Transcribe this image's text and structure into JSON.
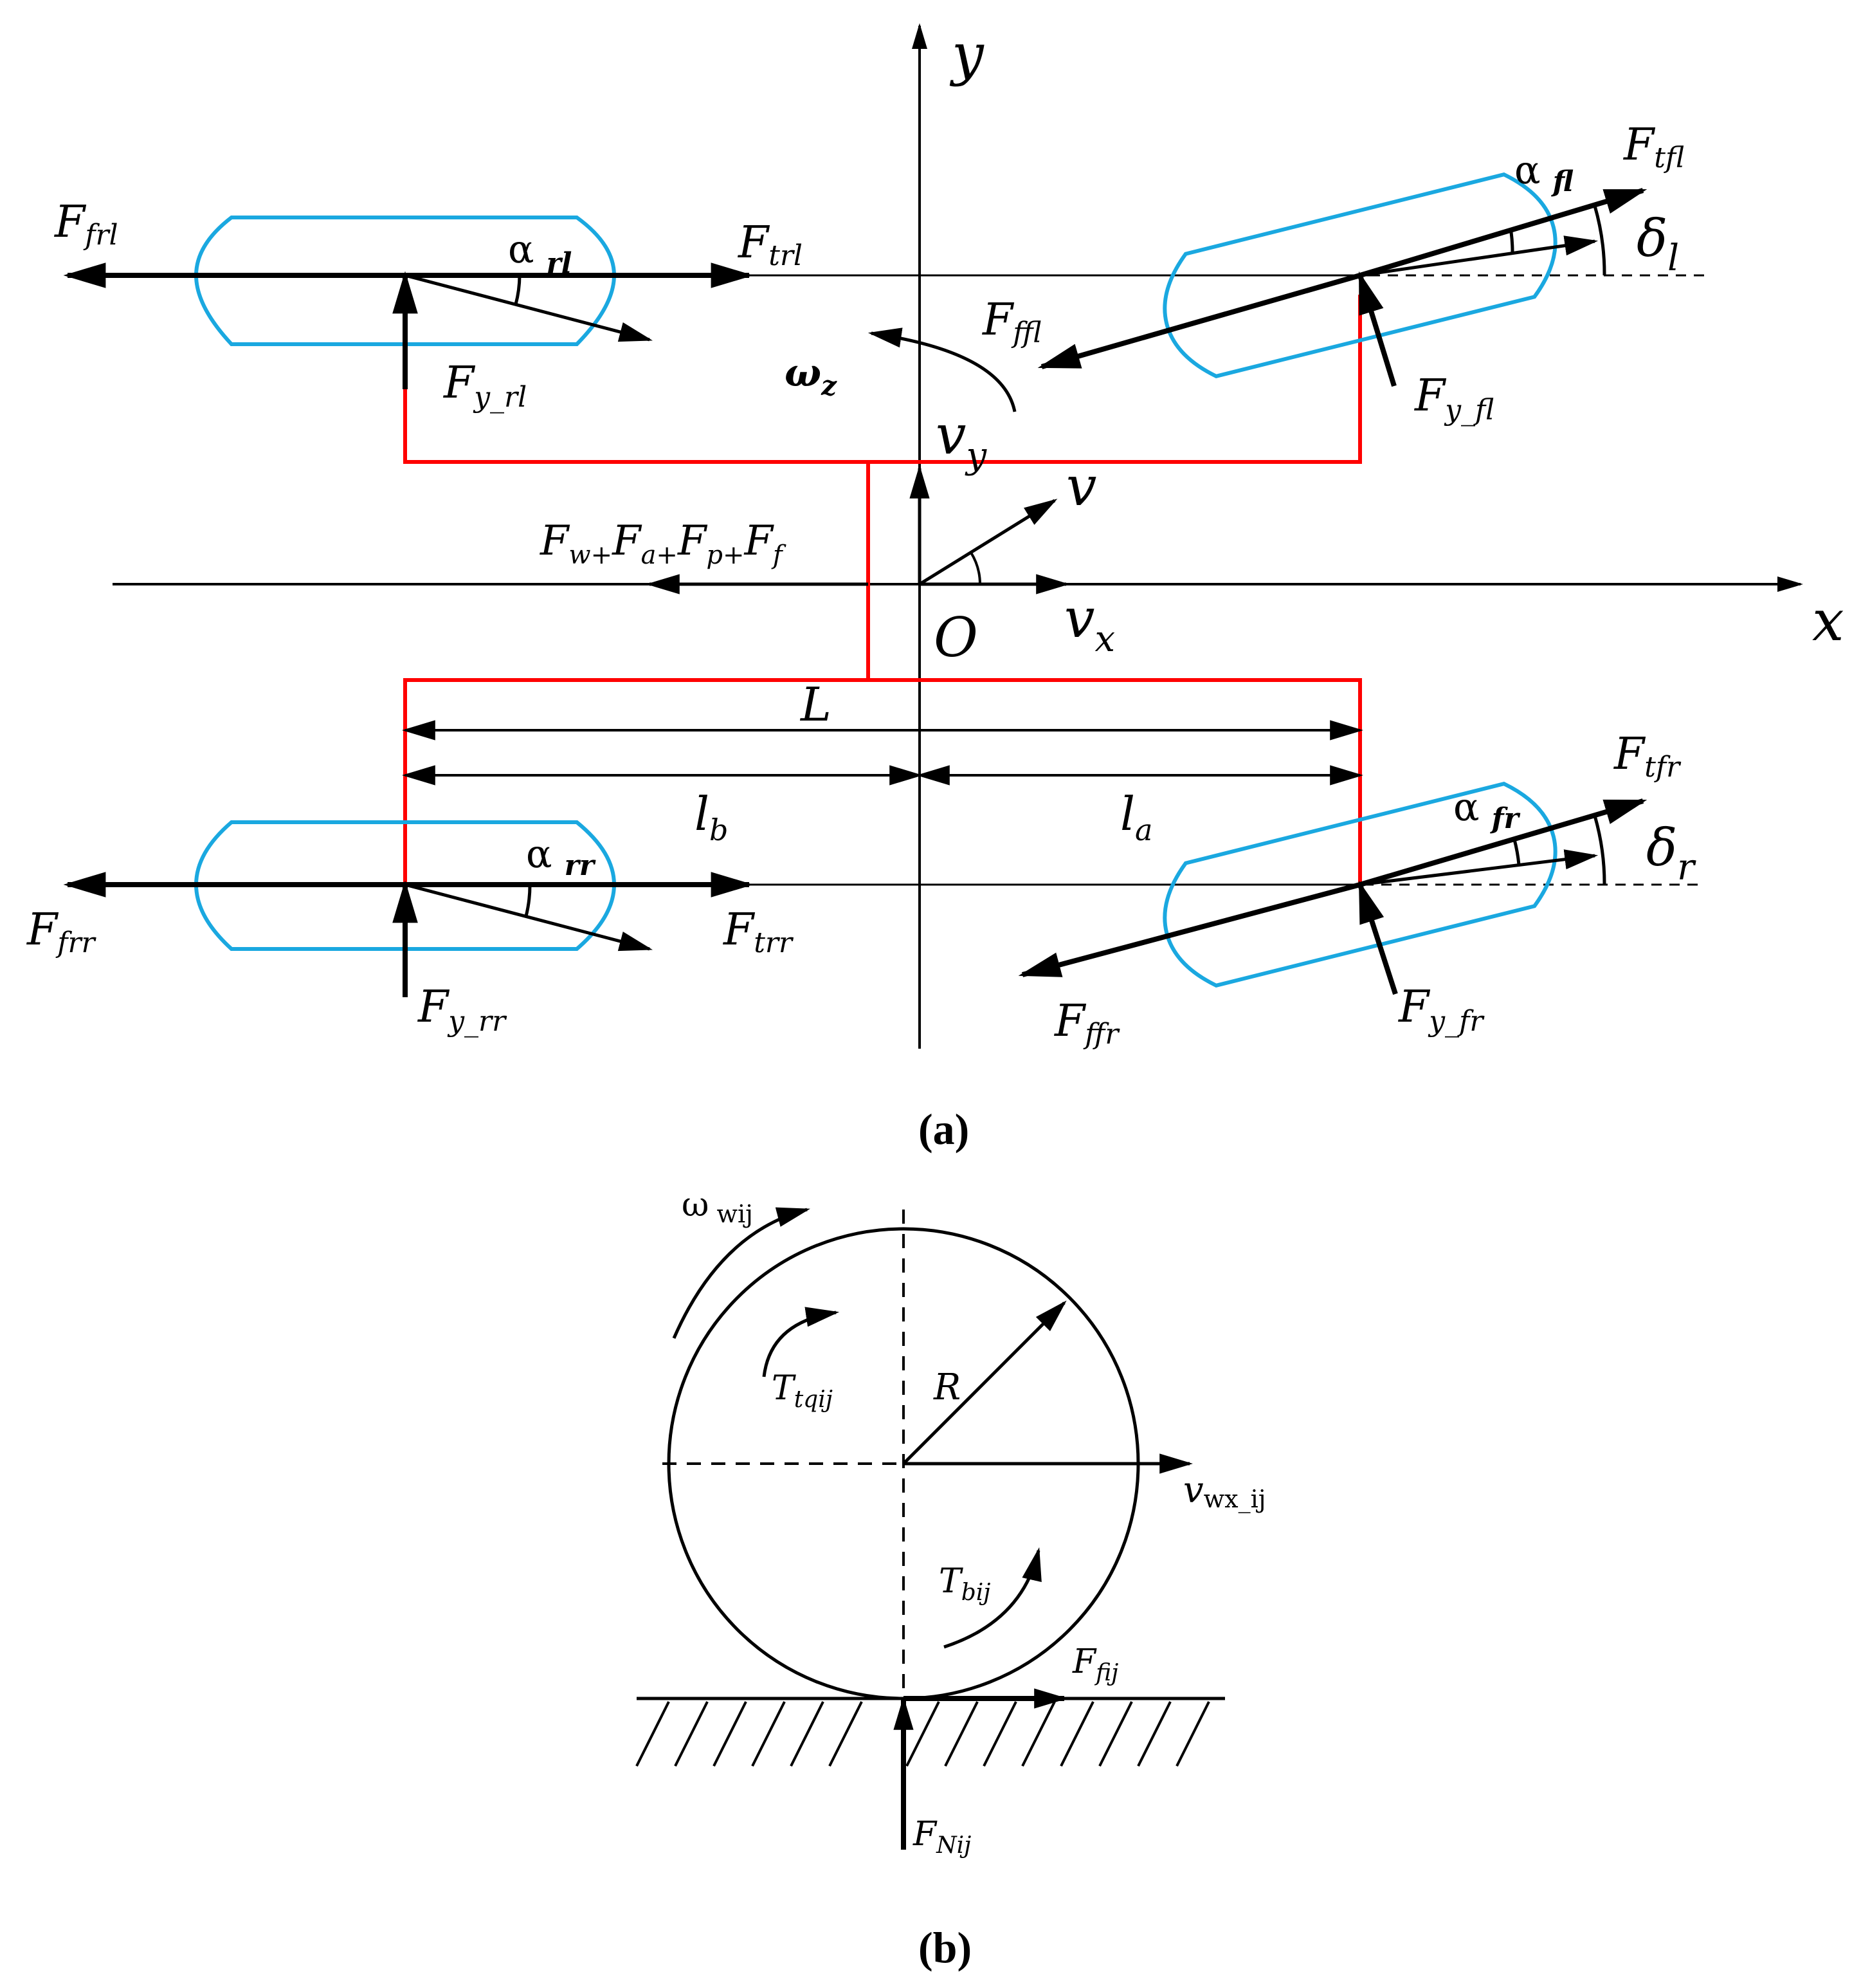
{
  "panel_a": {
    "axes": {
      "y": "y",
      "x": "x",
      "origin": "O"
    },
    "caption": "(a)",
    "rear_left": {
      "F_rolling": "Ffrl",
      "F_traction": "Ftrl",
      "alpha": "α rl",
      "F_lateral": "Fy_rl"
    },
    "front_left": {
      "F_traction": "Ftfl",
      "F_rolling": "Fffl",
      "alpha": "α fl",
      "delta": "δl",
      "F_lateral": "Fy_fl"
    },
    "rear_right": {
      "F_rolling": "Ffrr",
      "F_traction": "Ftrr",
      "alpha": "α rr",
      "F_lateral": "Fy_rr"
    },
    "front_right": {
      "F_traction": "Ftfr",
      "F_rolling": "Fffr",
      "alpha": "α fr",
      "delta": "δr",
      "F_lateral": "Fy_fr"
    },
    "omega_z": "ωz",
    "v_y": "vy",
    "v": "v",
    "v_x": "vx",
    "resistance": "Fw+Fa+Fp+Ff",
    "L": "L",
    "l_b": "lb",
    "l_a": "la"
  },
  "panel_b": {
    "caption": "(b)",
    "omega_w": "ω wij",
    "T_tq": "Ttqij",
    "R": "R",
    "v_wx": "vwx_ij",
    "T_b": "Tbij",
    "F_f": "Ffij",
    "F_N": "FNij"
  },
  "colors": {
    "wheel": "#1aa8e0",
    "frame": "#ff0000",
    "ink": "#000000"
  }
}
